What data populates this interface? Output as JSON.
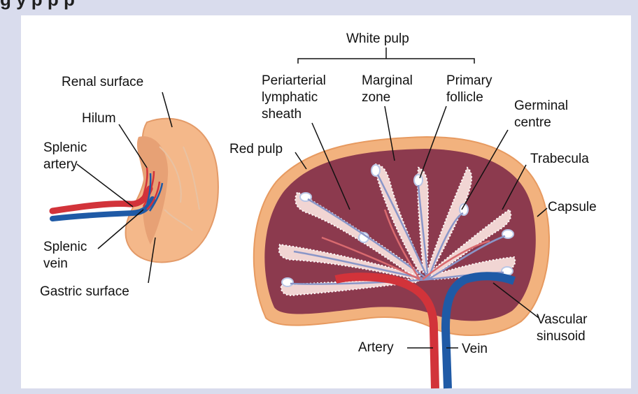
{
  "figure": {
    "title_fragment": "g                   y                 p  p      p",
    "labels": {
      "white_pulp": "White pulp",
      "renal_surface": "Renal surface",
      "periarterial_line1": "Periarterial",
      "periarterial_line2": "lymphatic",
      "periarterial_line3": "sheath",
      "marginal_line1": "Marginal",
      "marginal_line2": "zone",
      "primary_line1": "Primary",
      "primary_line2": "follicle",
      "germinal_line1": "Germinal",
      "germinal_line2": "centre",
      "hilum": "Hilum",
      "splenic_artery_line1": "Splenic",
      "splenic_artery_line2": "artery",
      "red_pulp": "Red pulp",
      "trabecula": "Trabecula",
      "capsule": "Capsule",
      "splenic_vein_line1": "Splenic",
      "splenic_vein_line2": "vein",
      "gastric_surface": "Gastric surface",
      "vascular_line1": "Vascular",
      "vascular_line2": "sinusoid",
      "artery": "Artery",
      "vein": "Vein"
    },
    "colors": {
      "capsule": "#f2b27e",
      "red_pulp": "#8c3a4e",
      "white_pulp": "#f1d5d3",
      "artery": "#d2333a",
      "vein": "#1f5aa6",
      "background": "#d9dced"
    }
  }
}
